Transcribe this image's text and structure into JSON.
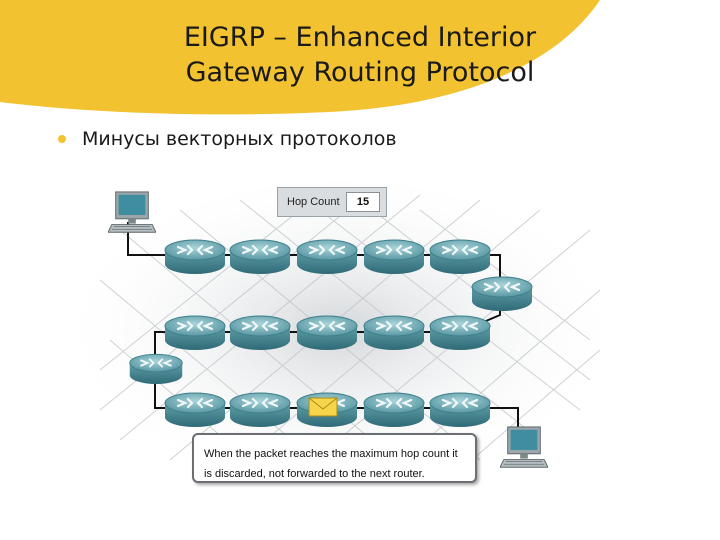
{
  "slide": {
    "title_line1": "EIGRP – Enhanced Interior",
    "title_line2": "Gateway Routing Protocol",
    "bullet": "Минусы векторных протоколов",
    "accent_color": "#f2c230"
  },
  "diagram": {
    "hop_count_label": "Hop Count",
    "hop_count_value": "15",
    "callout_text": "When the packet reaches the maximum hop count it is discarded, not forwarded to the next router."
  },
  "colors": {
    "router_body": "#4a8a96",
    "router_top": "#8fc2c9",
    "link": "#111111",
    "envelope": "#f6d54a"
  },
  "icons": [
    "router-icon",
    "pc-icon",
    "envelope-icon"
  ]
}
